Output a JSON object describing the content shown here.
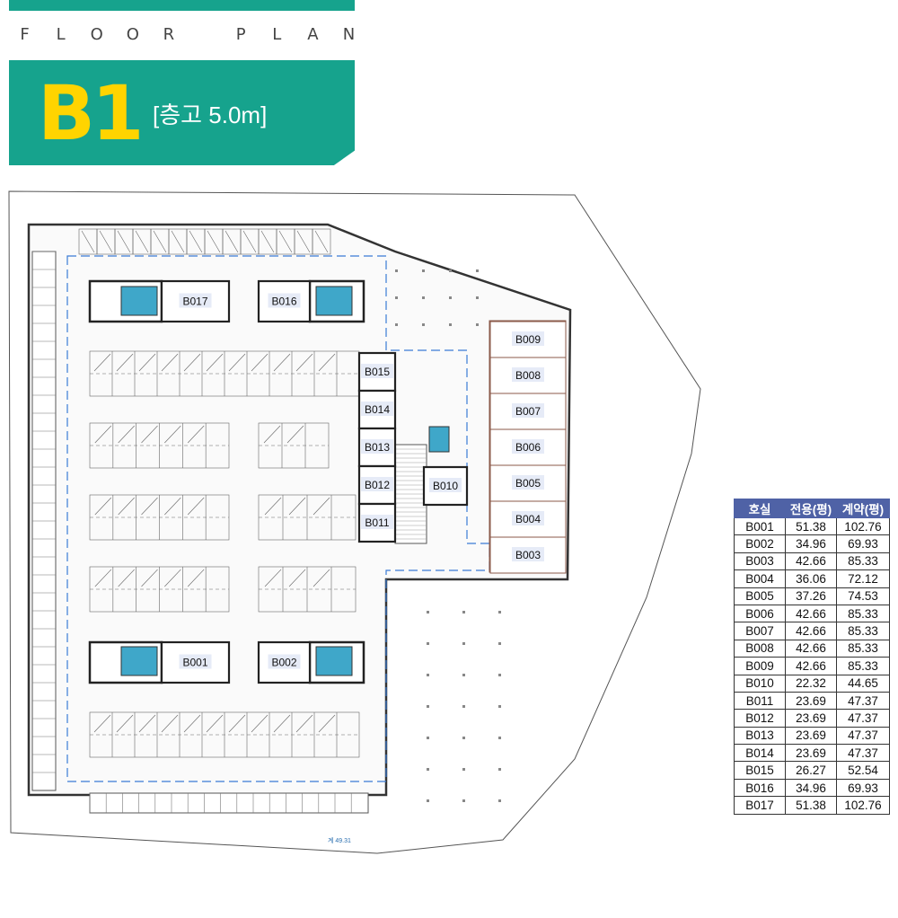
{
  "header": {
    "plan_letters": [
      "F",
      "L",
      "O",
      "O",
      "R",
      "",
      "P",
      "L",
      "A",
      "N"
    ],
    "floor_code": "B1",
    "floor_height": "[층고 5.0m]",
    "accent_color": "#16a38d",
    "code_color": "#ffd400"
  },
  "plan": {
    "units": [
      {
        "id": "B017",
        "label": "B017"
      },
      {
        "id": "B016",
        "label": "B016"
      },
      {
        "id": "B015",
        "label": "B015"
      },
      {
        "id": "B014",
        "label": "B014"
      },
      {
        "id": "B013",
        "label": "B013"
      },
      {
        "id": "B012",
        "label": "B012"
      },
      {
        "id": "B011",
        "label": "B011"
      },
      {
        "id": "B010",
        "label": "B010"
      },
      {
        "id": "B009",
        "label": "B009"
      },
      {
        "id": "B008",
        "label": "B008"
      },
      {
        "id": "B007",
        "label": "B007"
      },
      {
        "id": "B006",
        "label": "B006"
      },
      {
        "id": "B005",
        "label": "B005"
      },
      {
        "id": "B004",
        "label": "B004"
      },
      {
        "id": "B003",
        "label": "B003"
      },
      {
        "id": "B001",
        "label": "B001"
      },
      {
        "id": "B002",
        "label": "B002"
      }
    ]
  },
  "table": {
    "headers": [
      "호실",
      "전용(평)",
      "계약(평)"
    ],
    "header_color": "#4f62a6",
    "rows": [
      [
        "B001",
        "51.38",
        "102.76"
      ],
      [
        "B002",
        "34.96",
        "69.93"
      ],
      [
        "B003",
        "42.66",
        "85.33"
      ],
      [
        "B004",
        "36.06",
        "72.12"
      ],
      [
        "B005",
        "37.26",
        "74.53"
      ],
      [
        "B006",
        "42.66",
        "85.33"
      ],
      [
        "B007",
        "42.66",
        "85.33"
      ],
      [
        "B008",
        "42.66",
        "85.33"
      ],
      [
        "B009",
        "42.66",
        "85.33"
      ],
      [
        "B010",
        "22.32",
        "44.65"
      ],
      [
        "B011",
        "23.69",
        "47.37"
      ],
      [
        "B012",
        "23.69",
        "47.37"
      ],
      [
        "B013",
        "23.69",
        "47.37"
      ],
      [
        "B014",
        "23.69",
        "47.37"
      ],
      [
        "B015",
        "26.27",
        "52.54"
      ],
      [
        "B016",
        "34.96",
        "69.93"
      ],
      [
        "B017",
        "51.38",
        "102.76"
      ]
    ]
  }
}
